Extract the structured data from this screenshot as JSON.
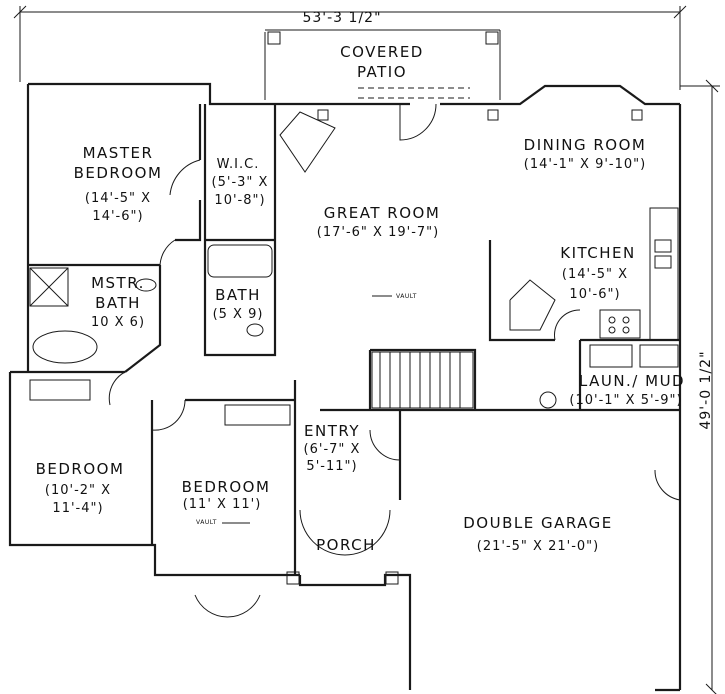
{
  "dimensions": {
    "overall_width": "53'-3 1/2\"",
    "overall_depth": "49'-0 1/2\""
  },
  "rooms": {
    "covered_patio": {
      "name_line1": "COVERED",
      "name_line2": "PATIO"
    },
    "master_bedroom": {
      "name_line1": "MASTER",
      "name_line2": "BEDROOM",
      "size_line1": "(14'-5\" X",
      "size_line2": "14'-6\")"
    },
    "wic": {
      "name": "W.I.C.",
      "size_line1": "(5'-3\" X",
      "size_line2": "10'-8\")"
    },
    "great_room": {
      "name": "GREAT ROOM",
      "size": "(17'-6\" X 19'-7\")",
      "note": "VAULT"
    },
    "dining_room": {
      "name": "DINING ROOM",
      "size": "(14'-1\" X 9'-10\")"
    },
    "kitchen": {
      "name": "KITCHEN",
      "size_line1": "(14'-5\" X",
      "size_line2": "10'-6\")"
    },
    "master_bath": {
      "name_line1": "MSTR.",
      "name_line2": "BATH",
      "size": "10 X 6)"
    },
    "bath": {
      "name": "BATH",
      "size": "(5 X 9)"
    },
    "laundry": {
      "name": "LAUN./ MUD",
      "size": "(10'-1\" X 5'-9\")"
    },
    "entry": {
      "name": "ENTRY",
      "size_line1": "(6'-7\" X",
      "size_line2": "5'-11\")"
    },
    "bedroom_left": {
      "name": "BEDROOM",
      "size_line1": "(10'-2\" X",
      "size_line2": "11'-4\")"
    },
    "bedroom_mid": {
      "name": "BEDROOM",
      "size": "(11' X 11')",
      "note": "VAULT"
    },
    "porch": {
      "name": "PORCH"
    },
    "garage": {
      "name": "DOUBLE GARAGE",
      "size": "(21'-5\" X 21'-0\")"
    }
  }
}
